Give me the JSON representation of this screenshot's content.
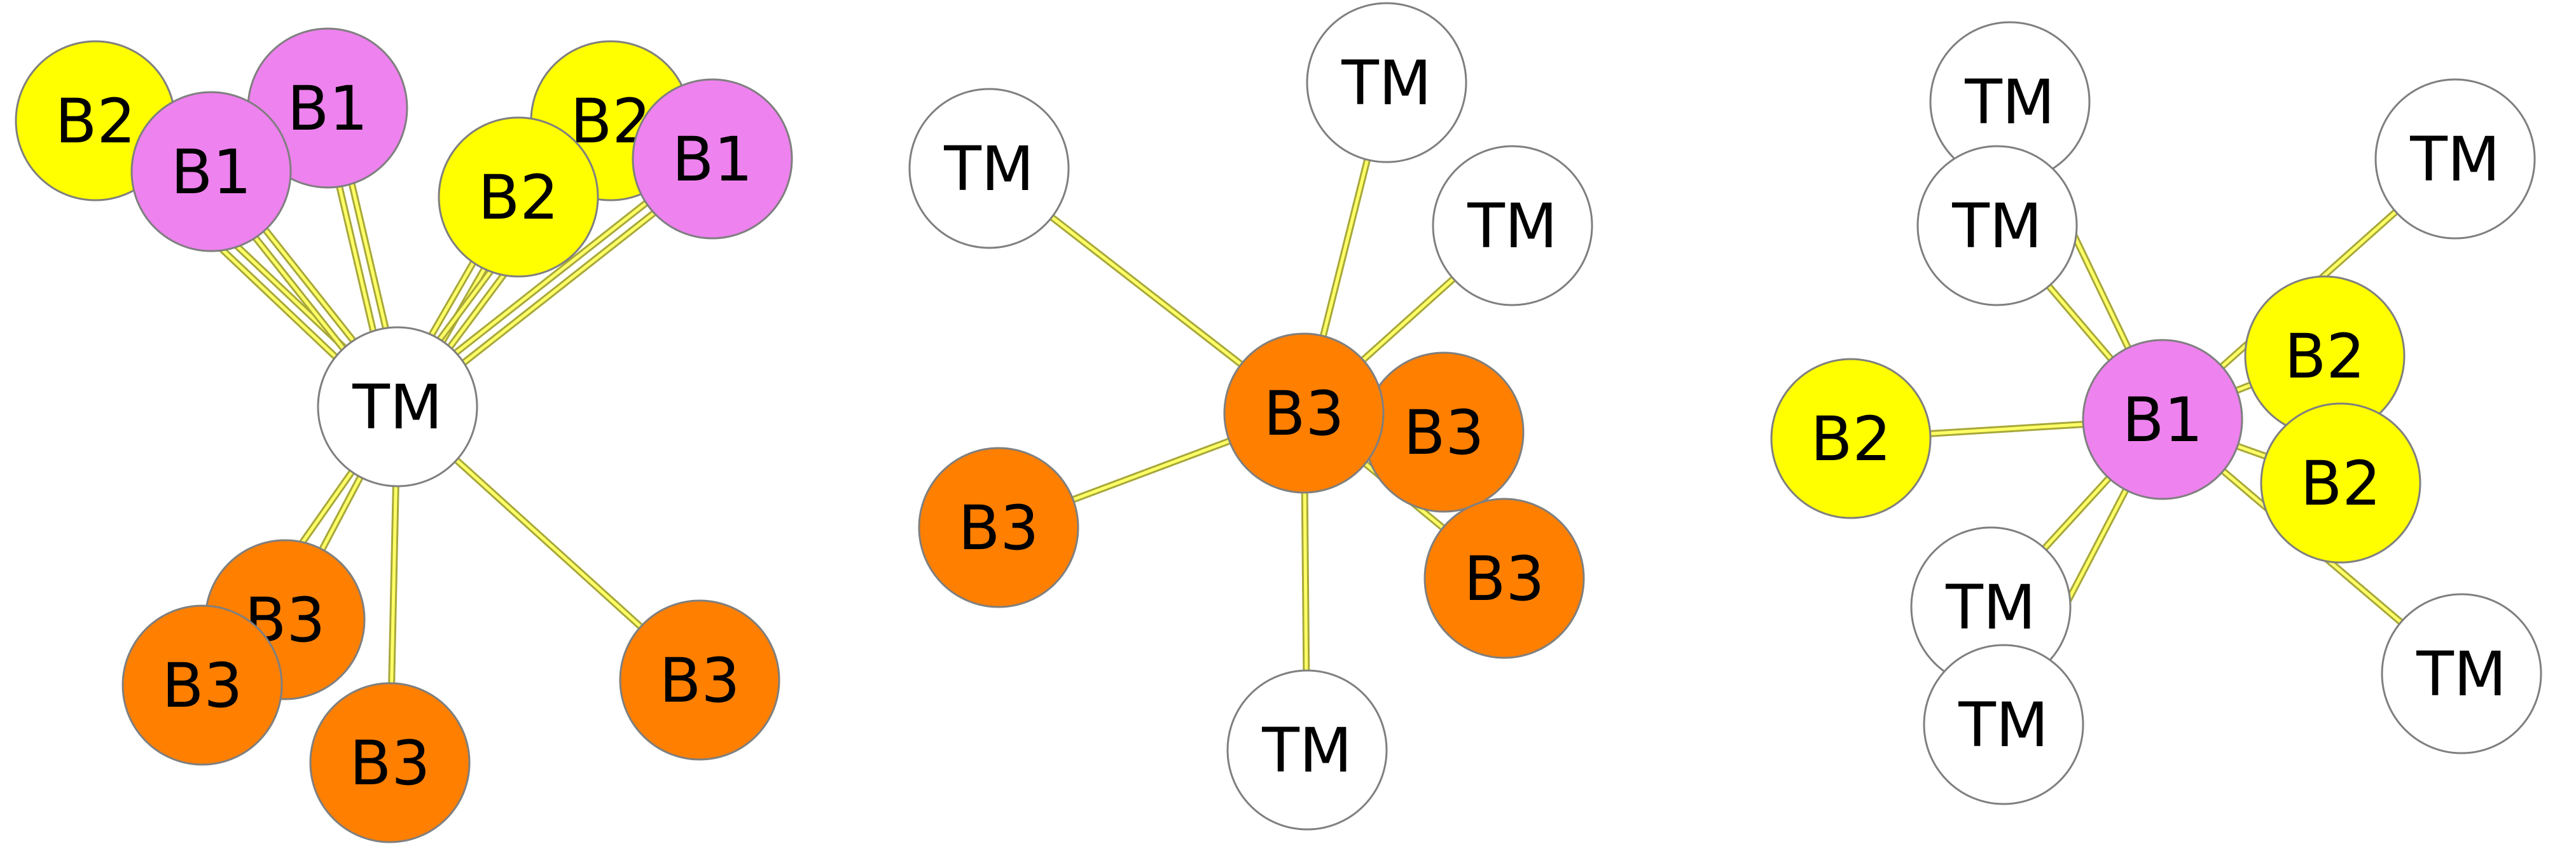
{
  "colors": {
    "TM": "#ffffff",
    "B1": "#ee82ee",
    "B2": "#ffff00",
    "B3": "#ff7f00",
    "edge_fill": "#ffff66",
    "edge_outline": "#a8a83a",
    "node_stroke": "#7f7f7f"
  },
  "panels": [
    {
      "name": "panel-left",
      "nodes": [
        {
          "id": "l-b2a",
          "label": "B2",
          "type": "B2"
        },
        {
          "id": "l-b1a",
          "label": "B1",
          "type": "B1"
        },
        {
          "id": "l-b1b",
          "label": "B1",
          "type": "B1"
        },
        {
          "id": "l-b2b",
          "label": "B2",
          "type": "B2"
        },
        {
          "id": "l-b1c",
          "label": "B1",
          "type": "B1"
        },
        {
          "id": "l-b2c",
          "label": "B2",
          "type": "B2"
        },
        {
          "id": "l-tm",
          "label": "TM",
          "type": "TM"
        },
        {
          "id": "l-b3a",
          "label": "B3",
          "type": "B3"
        },
        {
          "id": "l-b3b",
          "label": "B3",
          "type": "B3"
        },
        {
          "id": "l-b3c",
          "label": "B3",
          "type": "B3"
        },
        {
          "id": "l-b3d",
          "label": "B3",
          "type": "B3"
        }
      ],
      "edges": [
        [
          "l-tm",
          "l-b2a"
        ],
        [
          "l-tm",
          "l-b1a"
        ],
        [
          "l-tm",
          "l-b1b"
        ],
        [
          "l-tm",
          "l-b2c"
        ],
        [
          "l-tm",
          "l-b2b"
        ],
        [
          "l-tm",
          "l-b1c"
        ],
        [
          "l-tm",
          "l-b3a"
        ],
        [
          "l-tm",
          "l-b3b"
        ],
        [
          "l-tm",
          "l-b3c"
        ],
        [
          "l-tm",
          "l-b3d"
        ]
      ]
    },
    {
      "name": "panel-middle",
      "nodes": [
        {
          "id": "m-tm1",
          "label": "TM",
          "type": "TM"
        },
        {
          "id": "m-tm2",
          "label": "TM",
          "type": "TM"
        },
        {
          "id": "m-tm3",
          "label": "TM",
          "type": "TM"
        },
        {
          "id": "m-b3b",
          "label": "B3",
          "type": "B3"
        },
        {
          "id": "m-b3a",
          "label": "B3",
          "type": "B3"
        },
        {
          "id": "m-b3c",
          "label": "B3",
          "type": "B3"
        },
        {
          "id": "m-b3d",
          "label": "B3",
          "type": "B3"
        },
        {
          "id": "m-tm4",
          "label": "TM",
          "type": "TM"
        }
      ],
      "edges": [
        [
          "m-b3a",
          "m-tm1"
        ],
        [
          "m-b3a",
          "m-tm2"
        ],
        [
          "m-b3a",
          "m-tm3"
        ],
        [
          "m-b3a",
          "m-b3c"
        ],
        [
          "m-b3a",
          "m-b3d"
        ],
        [
          "m-b3a",
          "m-tm4"
        ],
        [
          "m-b3a",
          "m-b3b"
        ]
      ]
    },
    {
      "name": "panel-right",
      "nodes": [
        {
          "id": "r-tm1",
          "label": "TM",
          "type": "TM"
        },
        {
          "id": "r-tm2",
          "label": "TM",
          "type": "TM"
        },
        {
          "id": "r-tm3",
          "label": "TM",
          "type": "TM"
        },
        {
          "id": "r-b2a",
          "label": "B2",
          "type": "B2"
        },
        {
          "id": "r-b2b",
          "label": "B2",
          "type": "B2"
        },
        {
          "id": "r-b1",
          "label": "B1",
          "type": "B1"
        },
        {
          "id": "r-b2c",
          "label": "B2",
          "type": "B2"
        },
        {
          "id": "r-tm4",
          "label": "TM",
          "type": "TM"
        },
        {
          "id": "r-tm5",
          "label": "TM",
          "type": "TM"
        },
        {
          "id": "r-tm6",
          "label": "TM",
          "type": "TM"
        }
      ],
      "edges": [
        [
          "r-b1",
          "r-tm1"
        ],
        [
          "r-b1",
          "r-tm2"
        ],
        [
          "r-b1",
          "r-tm3"
        ],
        [
          "r-b1",
          "r-b2a"
        ],
        [
          "r-b1",
          "r-b2b"
        ],
        [
          "r-b1",
          "r-b2c"
        ],
        [
          "r-b1",
          "r-tm4"
        ],
        [
          "r-b1",
          "r-tm5"
        ],
        [
          "r-b1",
          "r-tm6"
        ]
      ]
    }
  ]
}
